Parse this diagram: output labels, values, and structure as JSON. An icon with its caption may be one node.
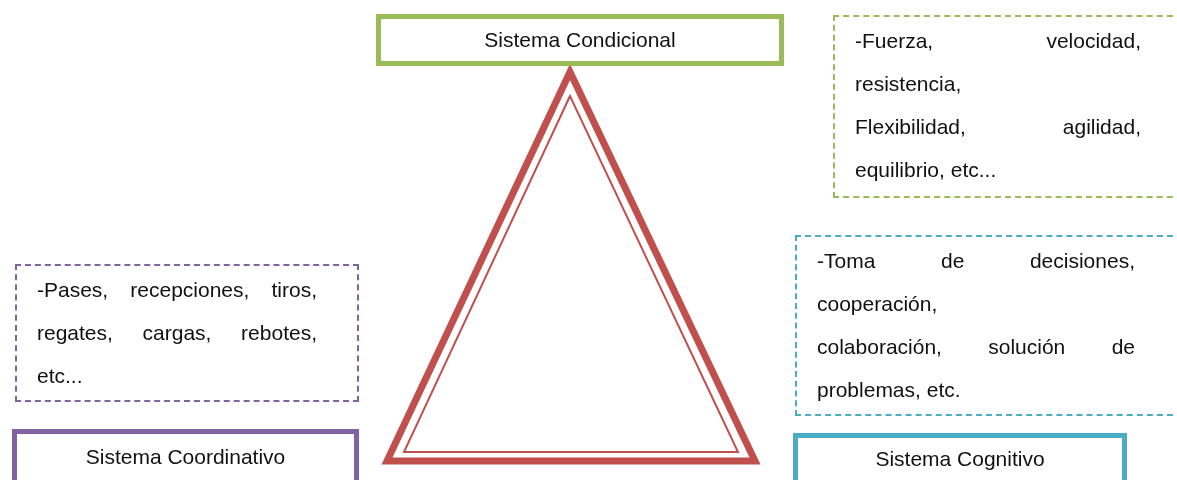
{
  "diagram": {
    "nodes": [
      {
        "text": [
          "Sistema Condicional"
        ]
      },
      {
        "text": [
          "-Fuerza, velocidad, resistencia,",
          "Flexibilidad, agilidad, equilibrio, etc..."
        ]
      },
      {
        "text": [
          "-Pases, recepciones, tiros, regates, cargas, rebotes, etc..."
        ]
      },
      {
        "text": [
          "-Toma de decisiones, cooperación,",
          "colaboración, solución de problemas, etc."
        ]
      },
      {
        "text": [
          "Sistema Coordinativo"
        ]
      },
      {
        "text": [
          "Sistema Cognitivo"
        ]
      }
    ]
  }
}
